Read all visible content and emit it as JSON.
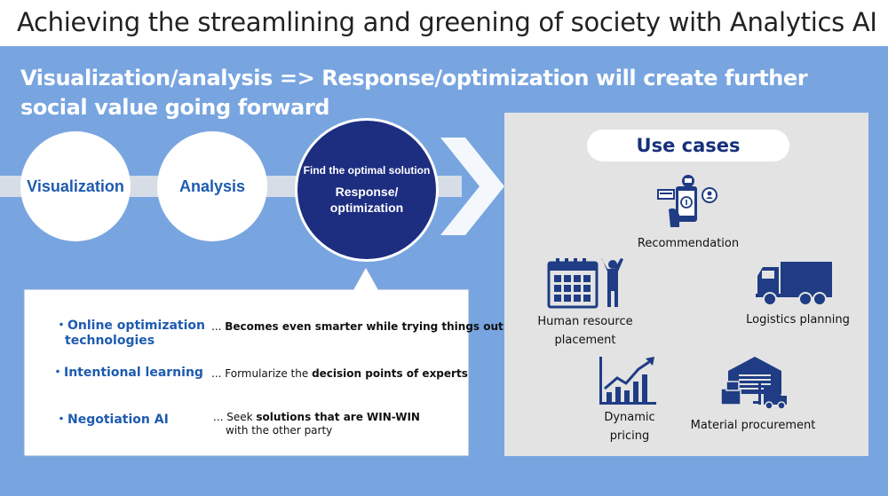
{
  "title": "Achieving the streamlining and greening of society with Analytics AI",
  "headline": "Visualization/analysis => Response/optimization will create further social value going forward",
  "stages": {
    "visualization": "Visualization",
    "analysis": "Analysis",
    "optimization_top": "Find the optimal solution",
    "optimization_line1": "Response/",
    "optimization_line2": "optimization"
  },
  "technologies": [
    {
      "bullet": "・",
      "name_line1": "Online optimization",
      "name_line2": "technologies",
      "prefix": "... ",
      "bold": "Becomes even smarter while trying things out",
      "suffix": "",
      "line2": ""
    },
    {
      "bullet": "・",
      "name_line1": "Intentional learning",
      "name_line2": "",
      "prefix": "... Formularize the ",
      "bold": "decision points of experts",
      "suffix": "",
      "line2": ""
    },
    {
      "bullet": "・",
      "name_line1": "Negotiation AI",
      "name_line2": "",
      "prefix": "... Seek ",
      "bold": "solutions that are WIN-WIN",
      "suffix": "",
      "line2": "with the other party"
    }
  ],
  "use_cases": {
    "heading": "Use cases",
    "recommendation": "Recommendation",
    "hr_line1": "Human resource",
    "hr_line2": "placement",
    "logistics": "Logistics planning",
    "pricing_line1": "Dynamic",
    "pricing_line2": "pricing",
    "material": "Material procurement"
  },
  "icons": {
    "recommendation": "smartphone-recommendation-icon",
    "hr": "calendar-person-icon",
    "logistics": "truck-icon",
    "pricing": "rising-chart-icon",
    "material": "warehouse-forklift-icon"
  },
  "colors": {
    "panel": "#78a5e0",
    "navy": "#1d2d80",
    "accent_blue": "#1e5bb0",
    "icon_navy": "#1f3c84",
    "use_case_bg": "#e3e3e3"
  }
}
